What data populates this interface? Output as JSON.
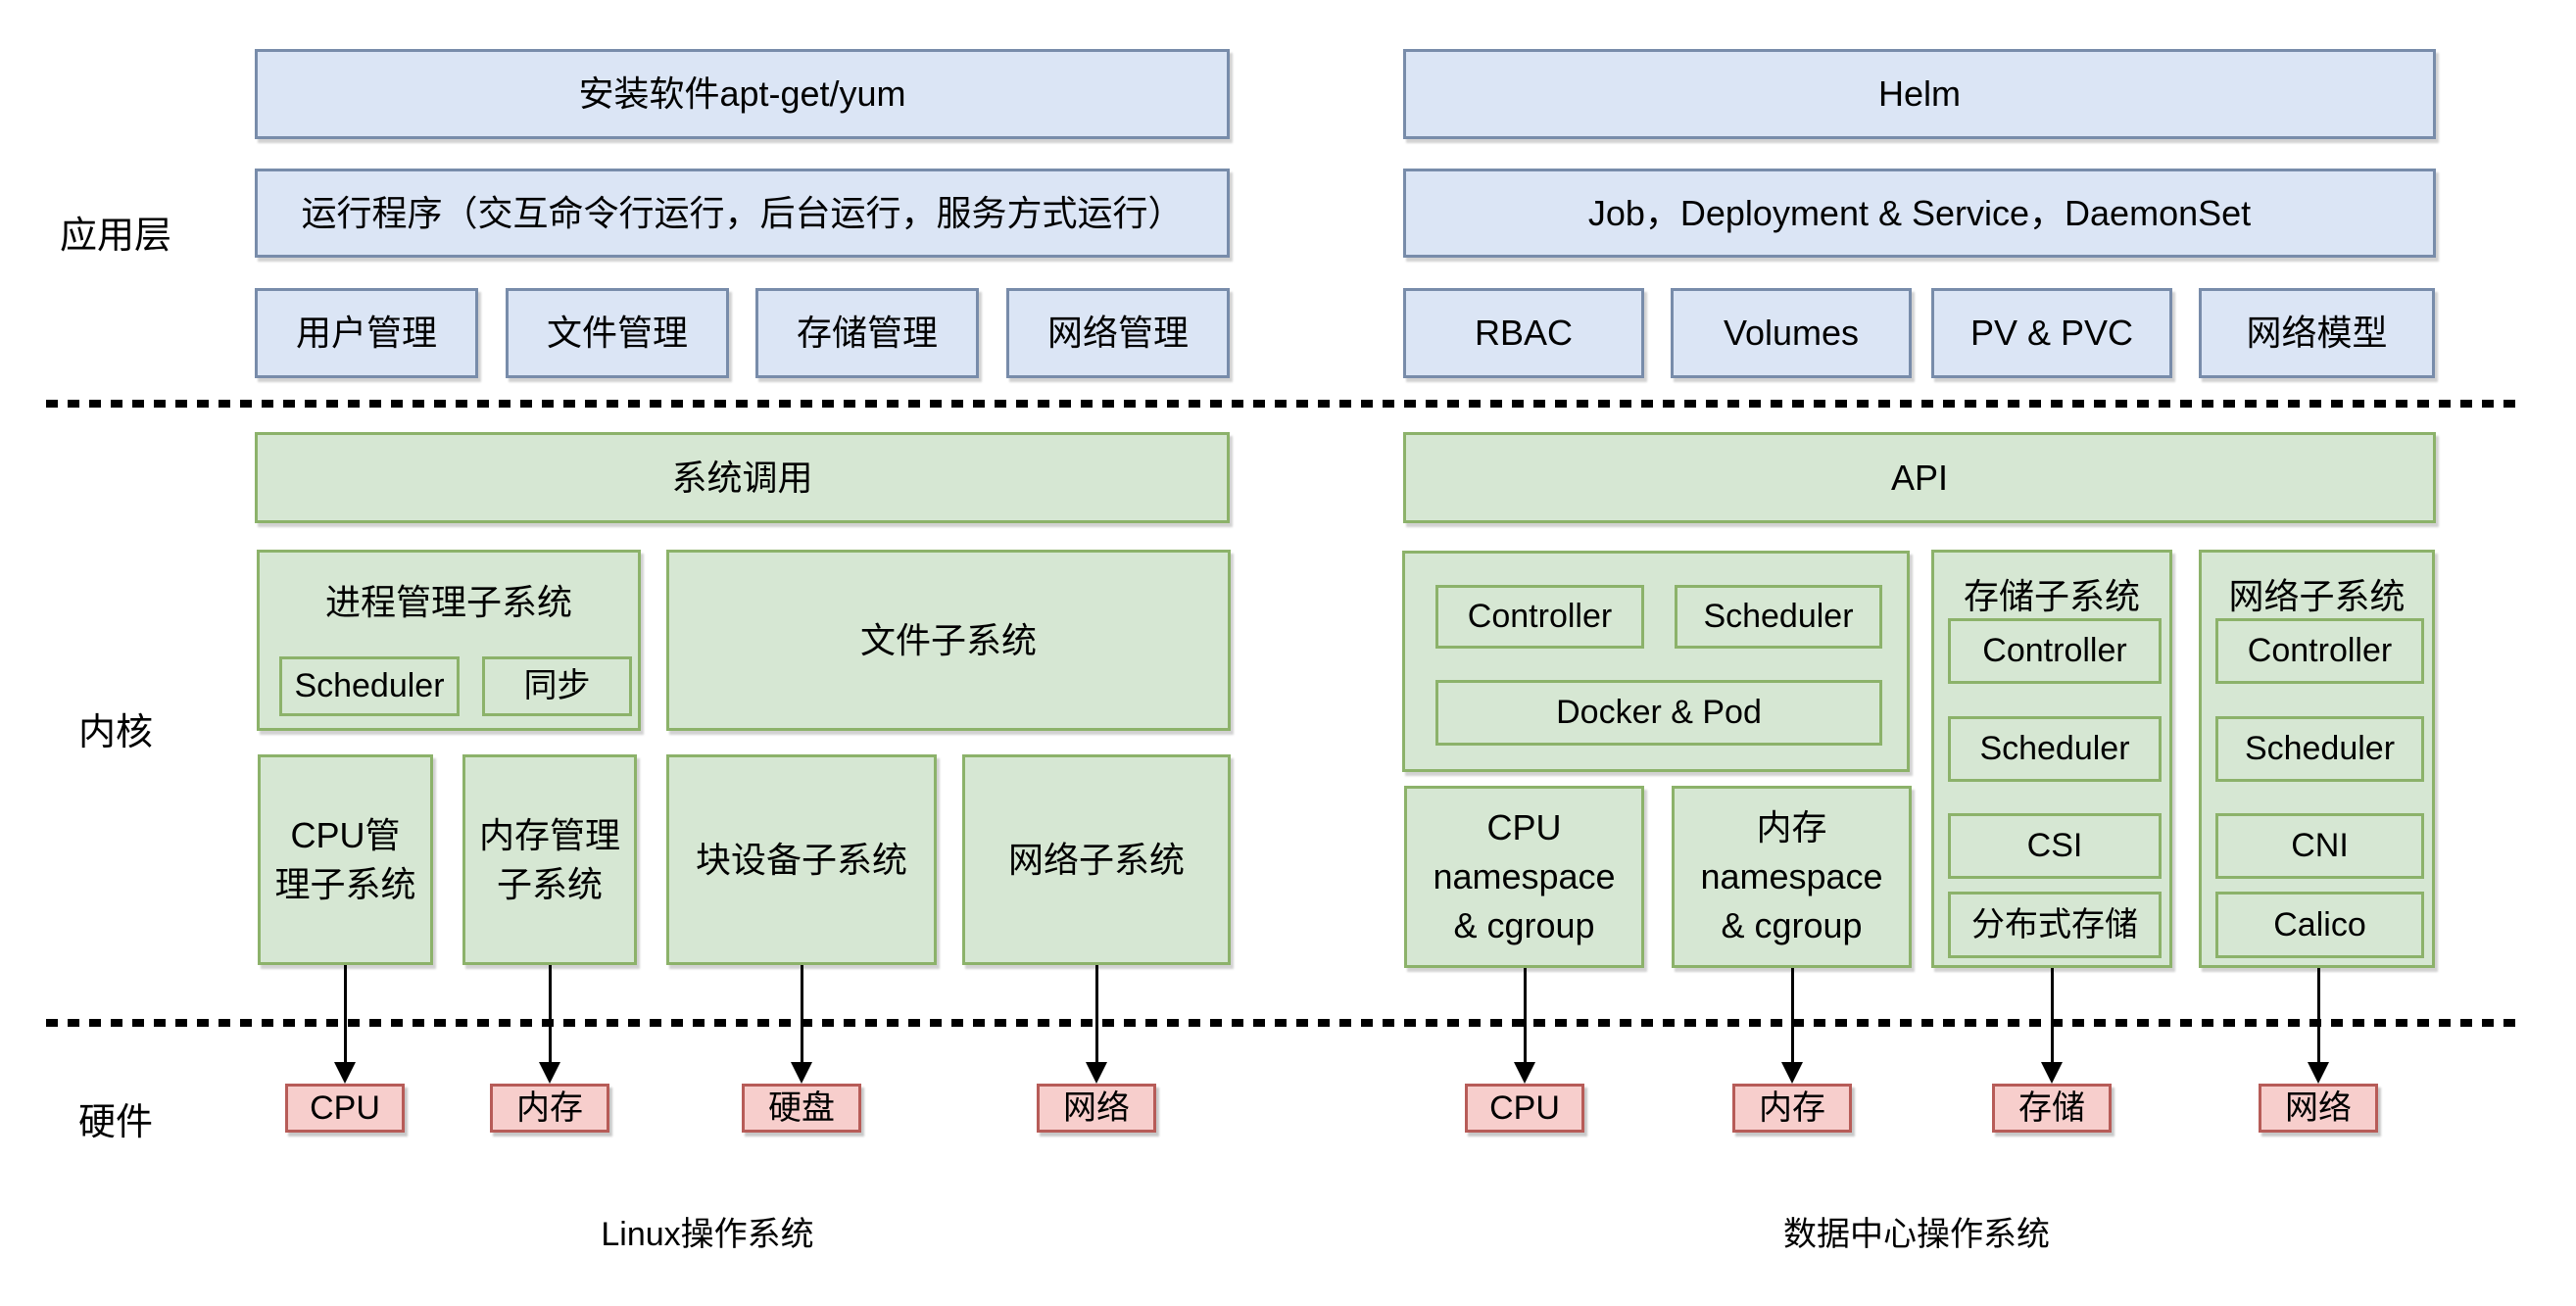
{
  "colors": {
    "blue_fill": "#dbe5f5",
    "blue_stroke": "#788caa",
    "green_fill": "#d6e7d3",
    "green_stroke": "#8cb26a",
    "red_fill": "#f7cecc",
    "red_stroke": "#b75c58",
    "line": "#000000",
    "background": "#ffffff"
  },
  "side_labels": {
    "app": "应用层",
    "kernel": "内核",
    "hardware": "硬件"
  },
  "captions": {
    "left": "Linux操作系统",
    "right": "数据中心操作系统"
  },
  "linux": {
    "install": "安装软件apt-get/yum",
    "run": "运行程序（交互命令行运行，后台运行，服务方式运行）",
    "mgmt": [
      "用户管理",
      "文件管理",
      "存储管理",
      "网络管理"
    ],
    "syscall": "系统调用",
    "process": {
      "title": "进程管理子系统",
      "scheduler": "Scheduler",
      "sync": "同步"
    },
    "file": "文件子系统",
    "subsystems": [
      "CPU管理子系统",
      "内存管理子系统",
      "块设备子系统",
      "网络子系统"
    ],
    "hardware": [
      "CPU",
      "内存",
      "硬盘",
      "网络"
    ]
  },
  "dcos": {
    "helm": "Helm",
    "workloads": "Job，Deployment & Service，DaemonSet",
    "mgmt": [
      "RBAC",
      "Volumes",
      "PV & PVC",
      "网络模型"
    ],
    "api": "API",
    "control": {
      "controller": "Controller",
      "scheduler": "Scheduler",
      "docker_pod": "Docker & Pod"
    },
    "storage": {
      "title": "存储子系统",
      "items": [
        "Controller",
        "Scheduler",
        "CSI",
        "分布式存储"
      ]
    },
    "network": {
      "title": "网络子系统",
      "items": [
        "Controller",
        "Scheduler",
        "CNI",
        "Calico"
      ]
    },
    "cpu_ns": "CPU namespace & cgroup",
    "mem_ns": "内存 namespace & cgroup",
    "hardware": [
      "CPU",
      "内存",
      "存储",
      "网络"
    ]
  }
}
